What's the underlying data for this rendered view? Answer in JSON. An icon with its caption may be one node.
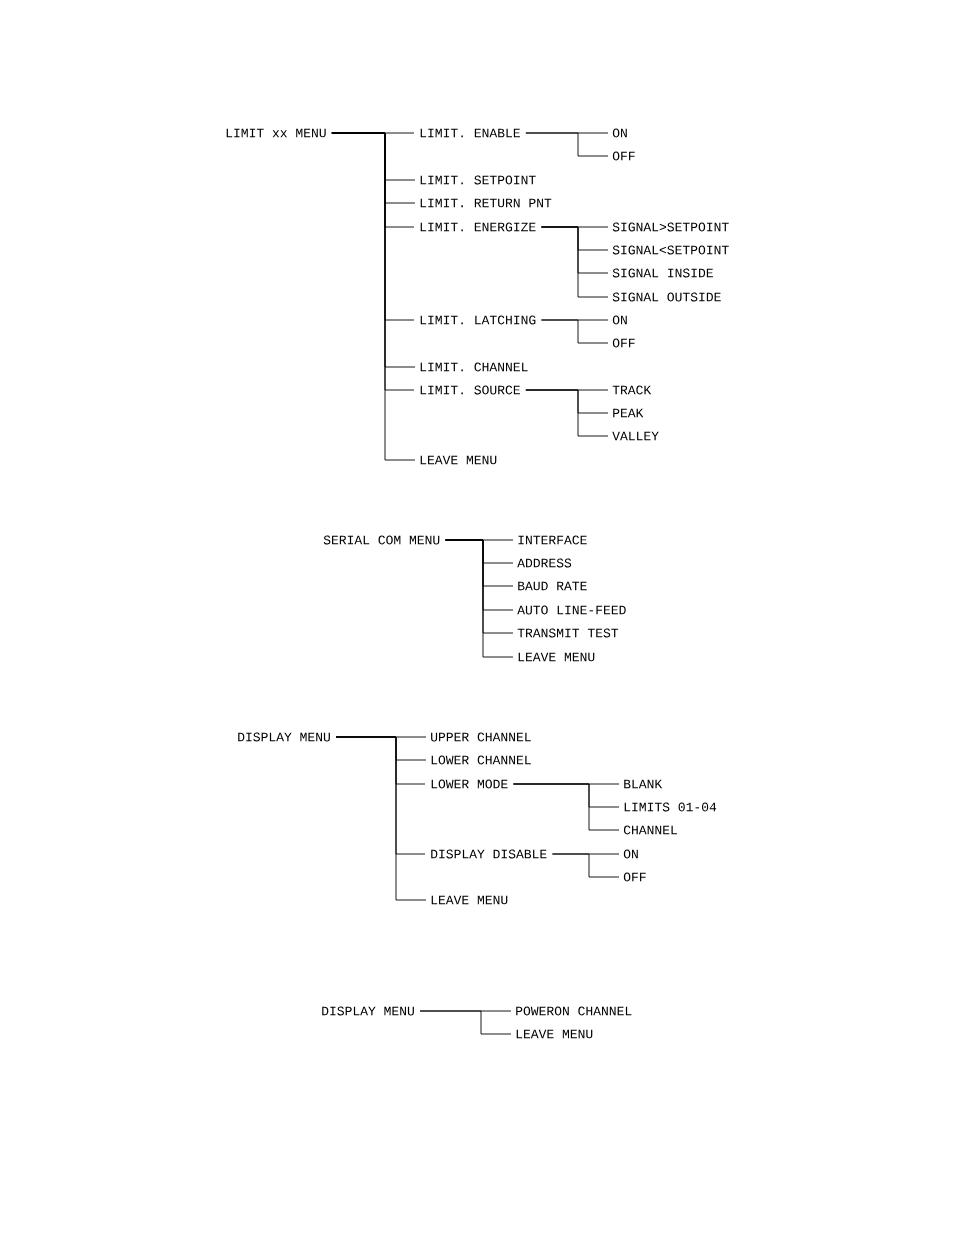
{
  "diagram": {
    "nodes": [
      {
        "text": [
          "LIMIT xx MENU"
        ]
      },
      {
        "text": [
          "LIMIT. ENABLE"
        ]
      },
      {
        "text": [
          "ON"
        ]
      },
      {
        "text": [
          "OFF"
        ]
      },
      {
        "text": [
          "LIMIT. SETPOINT"
        ]
      },
      {
        "text": [
          "LIMIT. RETURN PNT"
        ]
      },
      {
        "text": [
          "LIMIT. ENERGIZE"
        ]
      },
      {
        "text": [
          "SIGNAL>SETPOINT"
        ]
      },
      {
        "text": [
          "SIGNAL<SETPOINT"
        ]
      },
      {
        "text": [
          "SIGNAL INSIDE"
        ]
      },
      {
        "text": [
          "SIGNAL OUTSIDE"
        ]
      },
      {
        "text": [
          "LIMIT. LATCHING"
        ]
      },
      {
        "text": [
          "ON"
        ]
      },
      {
        "text": [
          "OFF"
        ]
      },
      {
        "text": [
          "LIMIT. CHANNEL"
        ]
      },
      {
        "text": [
          "LIMIT. SOURCE"
        ]
      },
      {
        "text": [
          "TRACK"
        ]
      },
      {
        "text": [
          "PEAK"
        ]
      },
      {
        "text": [
          "VALLEY"
        ]
      },
      {
        "text": [
          "LEAVE MENU"
        ]
      },
      {
        "text": [
          "SERIAL COM MENU"
        ]
      },
      {
        "text": [
          "INTERFACE"
        ]
      },
      {
        "text": [
          "ADDRESS"
        ]
      },
      {
        "text": [
          "BAUD RATE"
        ]
      },
      {
        "text": [
          "AUTO LINE-FEED"
        ]
      },
      {
        "text": [
          "TRANSMIT TEST"
        ]
      },
      {
        "text": [
          "LEAVE MENU"
        ]
      },
      {
        "text": [
          "DISPLAY MENU"
        ]
      },
      {
        "text": [
          "UPPER CHANNEL"
        ]
      },
      {
        "text": [
          "LOWER CHANNEL"
        ]
      },
      {
        "text": [
          "LOWER MODE"
        ]
      },
      {
        "text": [
          "BLANK"
        ]
      },
      {
        "text": [
          "LIMITS 01-04"
        ]
      },
      {
        "text": [
          "CHANNEL"
        ]
      },
      {
        "text": [
          "DISPLAY DISABLE"
        ]
      },
      {
        "text": [
          "ON"
        ]
      },
      {
        "text": [
          "OFF"
        ]
      },
      {
        "text": [
          "LEAVE MENU"
        ]
      },
      {
        "text": [
          "DISPLAY MENU"
        ]
      },
      {
        "text": [
          "POWERON CHANNEL"
        ]
      },
      {
        "text": [
          "LEAVE MENU"
        ]
      }
    ],
    "edges": [
      {
        "from": 0,
        "to": 1,
        "arrow": "none"
      },
      {
        "from": 1,
        "to": 2,
        "arrow": "none"
      },
      {
        "from": 1,
        "to": 3,
        "arrow": "none"
      },
      {
        "from": 0,
        "to": 4,
        "arrow": "none"
      },
      {
        "from": 0,
        "to": 5,
        "arrow": "none"
      },
      {
        "from": 0,
        "to": 6,
        "arrow": "none"
      },
      {
        "from": 6,
        "to": 7,
        "arrow": "none"
      },
      {
        "from": 6,
        "to": 8,
        "arrow": "none"
      },
      {
        "from": 6,
        "to": 9,
        "arrow": "none"
      },
      {
        "from": 6,
        "to": 10,
        "arrow": "none"
      },
      {
        "from": 0,
        "to": 11,
        "arrow": "none"
      },
      {
        "from": 11,
        "to": 12,
        "arrow": "none"
      },
      {
        "from": 11,
        "to": 13,
        "arrow": "none"
      },
      {
        "from": 0,
        "to": 14,
        "arrow": "none"
      },
      {
        "from": 0,
        "to": 15,
        "arrow": "none"
      },
      {
        "from": 15,
        "to": 16,
        "arrow": "none"
      },
      {
        "from": 15,
        "to": 17,
        "arrow": "none"
      },
      {
        "from": 15,
        "to": 18,
        "arrow": "none"
      },
      {
        "from": 0,
        "to": 19,
        "arrow": "none"
      },
      {
        "from": 20,
        "to": 21,
        "arrow": "none"
      },
      {
        "from": 20,
        "to": 22,
        "arrow": "none"
      },
      {
        "from": 20,
        "to": 23,
        "arrow": "none"
      },
      {
        "from": 20,
        "to": 24,
        "arrow": "none"
      },
      {
        "from": 20,
        "to": 25,
        "arrow": "none"
      },
      {
        "from": 20,
        "to": 26,
        "arrow": "none"
      },
      {
        "from": 27,
        "to": 28,
        "arrow": "none"
      },
      {
        "from": 27,
        "to": 29,
        "arrow": "none"
      },
      {
        "from": 27,
        "to": 30,
        "arrow": "none"
      },
      {
        "from": 30,
        "to": 31,
        "arrow": "none"
      },
      {
        "from": 30,
        "to": 32,
        "arrow": "none"
      },
      {
        "from": 30,
        "to": 33,
        "arrow": "none"
      },
      {
        "from": 27,
        "to": 34,
        "arrow": "none"
      },
      {
        "from": 34,
        "to": 35,
        "arrow": "none"
      },
      {
        "from": 34,
        "to": 36,
        "arrow": "none"
      },
      {
        "from": 27,
        "to": 37,
        "arrow": "none"
      },
      {
        "from": 38,
        "to": 39,
        "arrow": "none"
      },
      {
        "from": 38,
        "to": 40,
        "arrow": "none"
      }
    ]
  }
}
